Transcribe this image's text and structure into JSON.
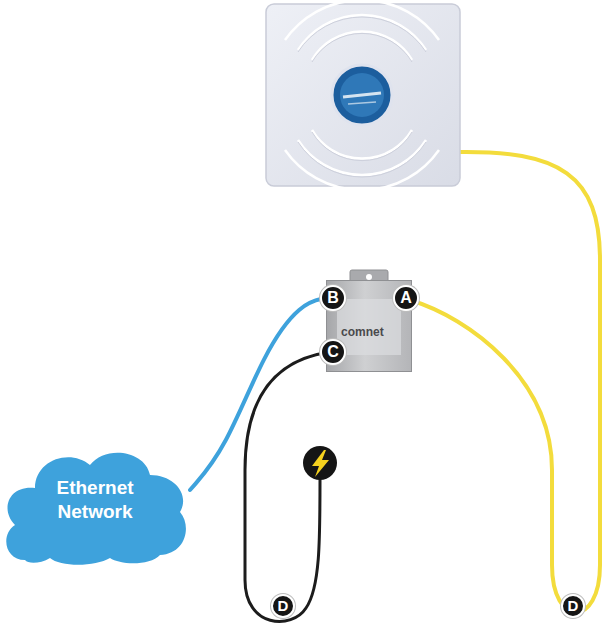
{
  "diagram": {
    "nodes": [
      {
        "text": [
          "comnet"
        ]
      },
      {
        "text": [
          "Ethernet Network"
        ]
      }
    ],
    "edges": [
      {
        "from": 1,
        "to": 0,
        "arrow": "none"
      }
    ],
    "labels": [
      "B",
      "A",
      "C",
      "D",
      "D"
    ]
  }
}
